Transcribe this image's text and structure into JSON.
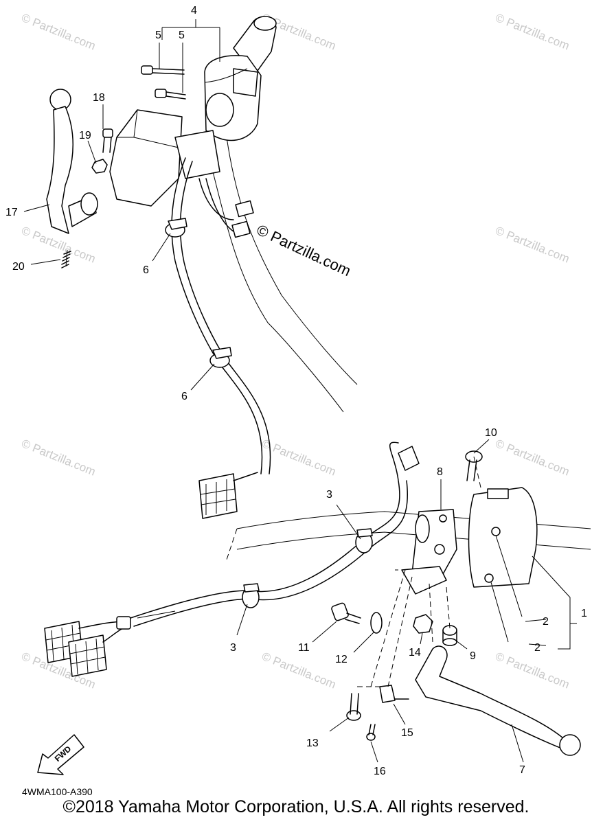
{
  "diagram": {
    "drawing_code": "4WMA100-A390",
    "fwd_label": "FWD",
    "copyright": "©2018 Yamaha Motor Corporation, U.S.A. All rights reserved.",
    "watermark_main": "© Partzilla.com",
    "watermark_tile": "© Partzilla.com",
    "callouts": {
      "c1": "1",
      "c2a": "2",
      "c2b": "2",
      "c3a": "3",
      "c3b": "3",
      "c4": "4",
      "c5a": "5",
      "c5b": "5",
      "c6a": "6",
      "c6b": "6",
      "c7": "7",
      "c8": "8",
      "c9": "9",
      "c10": "10",
      "c11": "11",
      "c12": "12",
      "c13": "13",
      "c14": "14",
      "c15": "15",
      "c16": "16",
      "c17": "17",
      "c18": "18",
      "c19": "19",
      "c20": "20"
    }
  }
}
